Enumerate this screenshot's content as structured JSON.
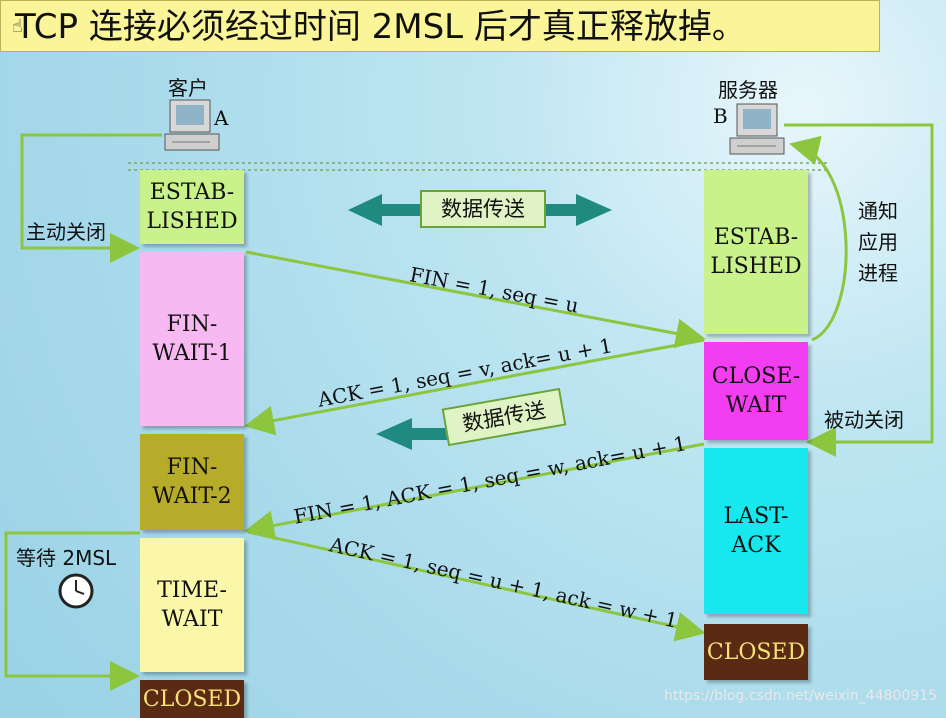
{
  "title": "TCP 连接必须经过时间 2MSL 后才真正释放掉。",
  "client": {
    "label": "客户",
    "letter": "A"
  },
  "server": {
    "label": "服务器",
    "letter": "B"
  },
  "client_states": [
    {
      "text": "ESTAB-\nLISHED",
      "color": "#c9f28a"
    },
    {
      "text": "FIN-\nWAIT-1",
      "color": "#f8b8f2"
    },
    {
      "text": "FIN-\nWAIT-2",
      "color": "#b7ac2a"
    },
    {
      "text": "TIME-\nWAIT",
      "color": "#fbf7a8"
    },
    {
      "text": "CLOSED",
      "color": "#5a2a12"
    }
  ],
  "server_states": [
    {
      "text": "ESTAB-\nLISHED",
      "color": "#c9f28a"
    },
    {
      "text": "CLOSE-\nWAIT",
      "color": "#f23ef0"
    },
    {
      "text": "LAST-\nACK",
      "color": "#16e8ee"
    },
    {
      "text": "CLOSED",
      "color": "#5a2a12"
    }
  ],
  "labels": {
    "active_close": "主动关闭",
    "passive_close": "被动关闭",
    "notify_app": "通知\n应用\n进程",
    "wait_2msl": "等待 2MSL",
    "data_transfer_1": "数据传送",
    "data_transfer_2": "数据传送"
  },
  "messages": {
    "fin1": "FIN = 1, seq = u",
    "ack1": "ACK = 1, seq = v, ack= u + 1",
    "fin2": "FIN = 1, ACK = 1, seq = w, ack= u + 1",
    "ack2": "ACK = 1, seq = u + 1, ack = w + 1"
  },
  "watermark": "https://blog.csdn.net/weixin_44800915",
  "colors": {
    "arrow": "#8cc63f",
    "teal": "#1f8a80",
    "closed_text": "#f6e27a"
  }
}
